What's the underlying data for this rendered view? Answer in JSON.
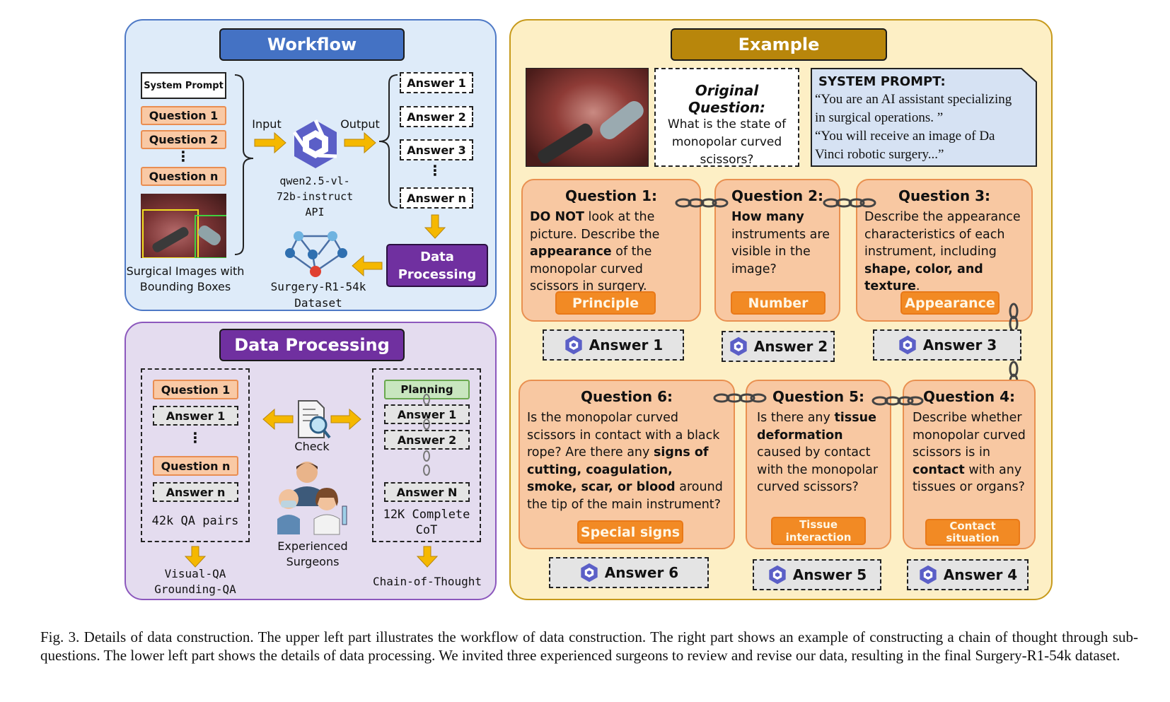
{
  "workflow": {
    "title": "Workflow",
    "system_prompt": "System Prompt",
    "questions": [
      "Question 1",
      "Question 2",
      "Question n"
    ],
    "vdots": "⋮",
    "image_caption": [
      "Surgical Images with",
      "Bounding Boxes"
    ],
    "input_label": "Input",
    "output_label": "Output",
    "model_name": [
      "qwen2.5-vl-",
      "72b-instruct",
      "API"
    ],
    "answers": [
      "Answer 1",
      "Answer 2",
      "Answer 3",
      "Answer n"
    ],
    "data_processing": [
      "Data",
      "Processing"
    ],
    "dataset_name": [
      "Surgery-R1-54k",
      "Dataset"
    ]
  },
  "data_processing": {
    "title": "Data Processing",
    "left_items": [
      "Question 1",
      "Answer 1",
      "Question n",
      "Answer n"
    ],
    "left_label": "42k QA pairs",
    "left_output": [
      "Visual-QA",
      "Grounding-QA"
    ],
    "check_label": "Check",
    "surgeons_label": [
      "Experienced",
      "Surgeons"
    ],
    "right_items": [
      "Planning",
      "Answer 1",
      "Answer 2",
      "Answer N"
    ],
    "right_label": [
      "12K Complete",
      "CoT"
    ],
    "right_output": "Chain-of-Thought"
  },
  "example": {
    "title": "Example",
    "original_question_title": "Original Question:",
    "original_question_text": [
      "What is the state of",
      "monopolar curved",
      "scissors?"
    ],
    "system_prompt_title": "SYSTEM PROMPT:",
    "system_prompt_lines": [
      "“You are an AI assistant specializing",
      "in surgical operations. ”",
      "“You will receive an image of Da",
      "Vinci robotic surgery...”"
    ],
    "q1_title": "Question 1:",
    "q1_a": "DO NOT",
    "q1_b": " look at the picture. Describe the ",
    "q1_c": "appearance",
    "q1_d": " of the monopolar curved scissors in surgery.",
    "q1_tag": "Principle",
    "q2_title": "Question 2:",
    "q2_a": "How many",
    "q2_b": " instruments are visible in the image?",
    "q2_tag": "Number",
    "q3_title": "Question 3:",
    "q3_a": "Describe the appearance characteristics of each instrument, including ",
    "q3_b": "shape, color, and texture",
    "q3_c": ".",
    "q3_tag": "Appearance",
    "q4_title": "Question 4:",
    "q4_a": "Describe whether monopolar curved scissors is in ",
    "q4_b": "contact",
    "q4_c": " with any tissues or organs?",
    "q4_tag": [
      "Contact",
      "situation"
    ],
    "q5_title": "Question 5:",
    "q5_a": "Is there any ",
    "q5_b": "tissue deformation",
    "q5_c": " caused by contact with the monopolar curved scissors?",
    "q5_tag": [
      "Tissue",
      "interaction"
    ],
    "q6_title": "Question 6:",
    "q6_a": "Is the monopolar curved scissors in contact with a black rope? Are there any ",
    "q6_b": "signs of cutting, coagulation, smoke, scar, or blood",
    "q6_c": " around the tip of the main instrument?",
    "q6_tag": "Special signs",
    "answers": [
      "Answer 1",
      "Answer 2",
      "Answer 3",
      "Answer 4",
      "Answer 5",
      "Answer 6"
    ]
  },
  "caption": "Fig. 3.  Details of data construction. The upper left part illustrates the workflow of data construction. The right part shows an example of constructing a chain of thought through sub-questions. The lower left part shows the details of data processing. We invited three experienced surgeons to review and revise our data, resulting in the final Surgery-R1-54k dataset.",
  "colors": {
    "workflow_bg": "#deebf9",
    "workflow_border": "#4e79c6",
    "workflow_title": "#4472c4",
    "dp_bg": "#e4dcef",
    "dp_border": "#8c58bd",
    "dp_title": "#7030a0",
    "example_bg": "#fdefc5",
    "example_border": "#c79a1c",
    "example_title": "#b8860b",
    "arrow": "#f5b800",
    "planning": "#c8e6bf"
  }
}
